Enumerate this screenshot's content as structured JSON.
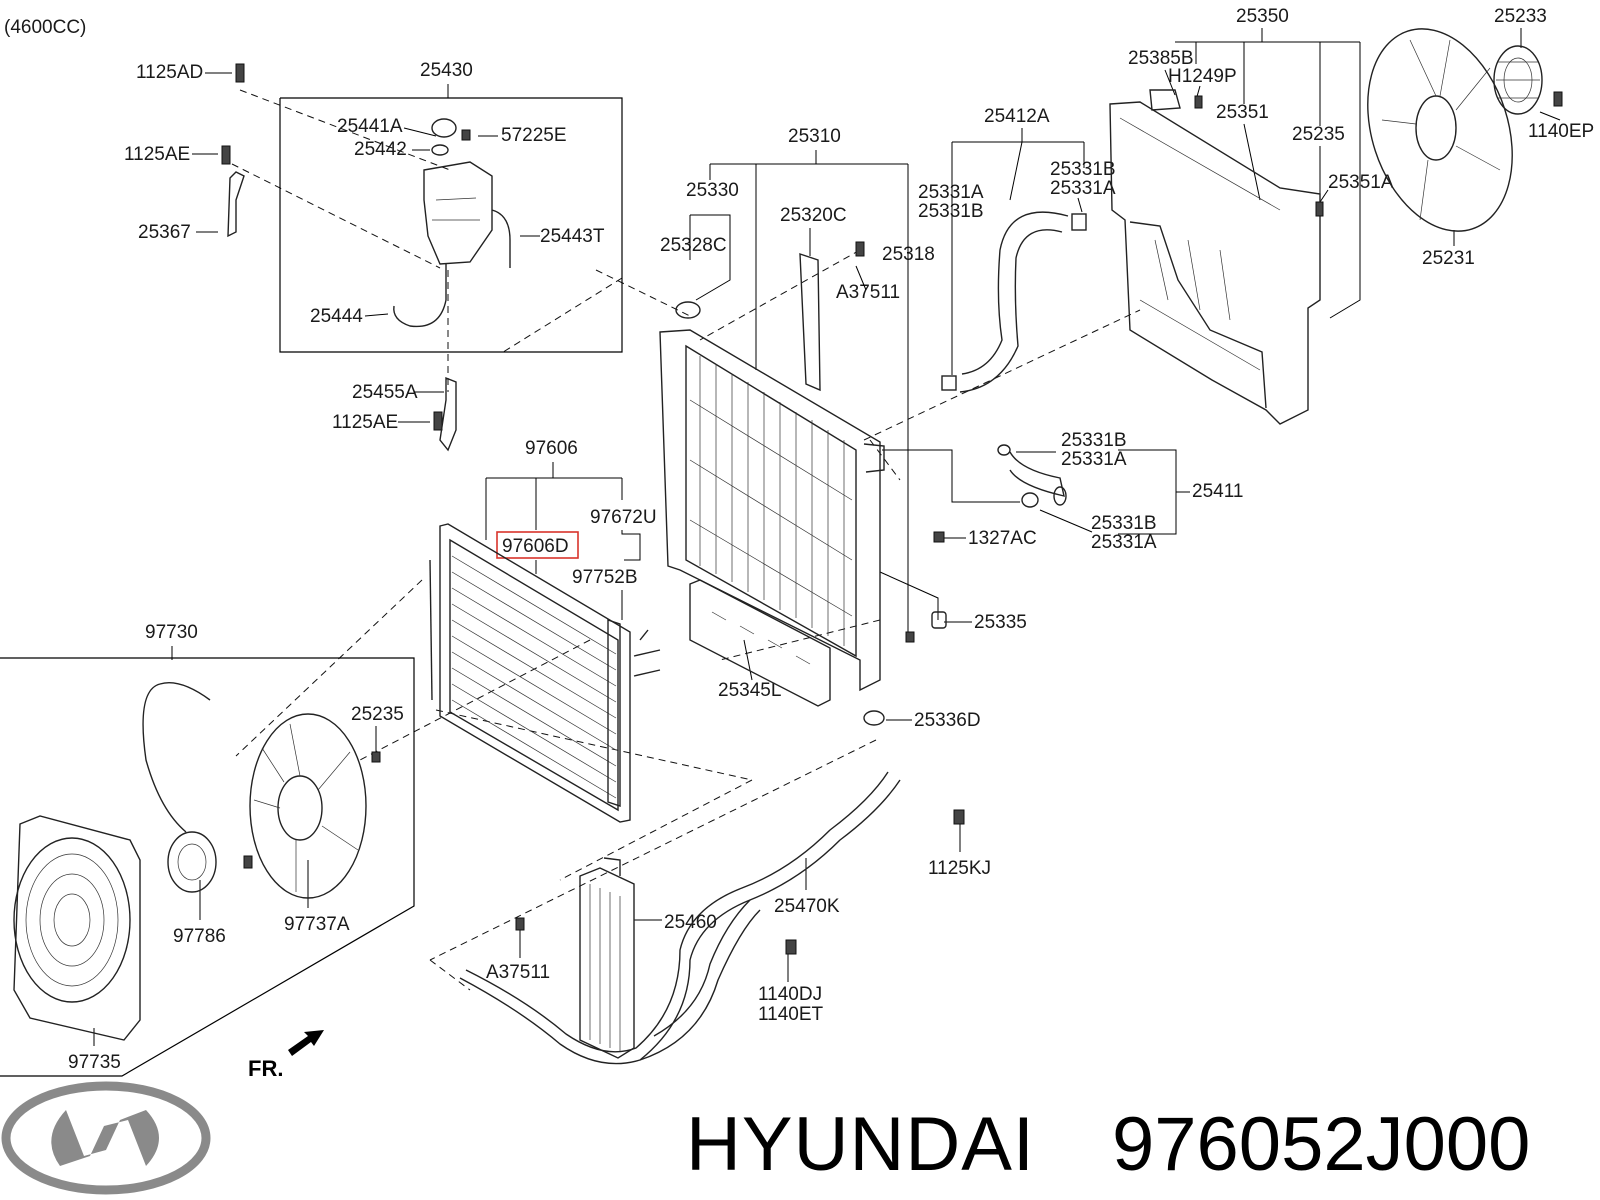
{
  "diagram": {
    "engine_code": "(4600CC)",
    "highlighted_part": "97606D",
    "highlight_color": "#d9342b",
    "front_marker": "FR."
  },
  "brand": {
    "name": "HYUNDAI",
    "part_number": "976052J000",
    "logo_color": "#8a8a8a"
  },
  "labels": {
    "p25350": "25350",
    "p25233": "25233",
    "p25385B": "25385B",
    "pH1249P": "H1249P",
    "p25351": "25351",
    "p1140EP": "1140EP",
    "p25235_top": "25235",
    "p25351A": "25351A",
    "p25231": "25231",
    "p1125AD": "1125AD",
    "p25430": "25430",
    "p25441A": "25441A",
    "p57225E": "57225E",
    "p25442": "25442",
    "p1125AE_top": "1125AE",
    "p25367": "25367",
    "p25443T": "25443T",
    "p25444": "25444",
    "p25455A": "25455A",
    "p1125AE_mid": "1125AE",
    "p25310": "25310",
    "p25330": "25330",
    "p25320C": "25320C",
    "p25328C": "25328C",
    "p25318": "25318",
    "pA37511_top": "A37511",
    "p25412A": "25412A",
    "p25331B_1": "25331B",
    "p25331A_1": "25331A",
    "p25331A_2": "25331A",
    "p25331B_2": "25331B",
    "p25331B_3": "25331B",
    "p25331A_3": "25331A",
    "p25411": "25411",
    "p25331B_4": "25331B",
    "p25331A_4": "25331A",
    "p1327AC": "1327AC",
    "p25335": "25335",
    "p25336D": "25336D",
    "p25345L": "25345L",
    "p97606": "97606",
    "p97606D": "97606D",
    "p97672U": "97672U",
    "p97752B": "97752B",
    "p97730": "97730",
    "p25235_low": "25235",
    "p97786": "97786",
    "p97737A": "97737A",
    "p97735": "97735",
    "p1125KJ": "1125KJ",
    "p25470K": "25470K",
    "p25460": "25460",
    "pA37511_low": "A37511",
    "p1140DJ": "1140DJ",
    "p1140ET": "1140ET"
  }
}
